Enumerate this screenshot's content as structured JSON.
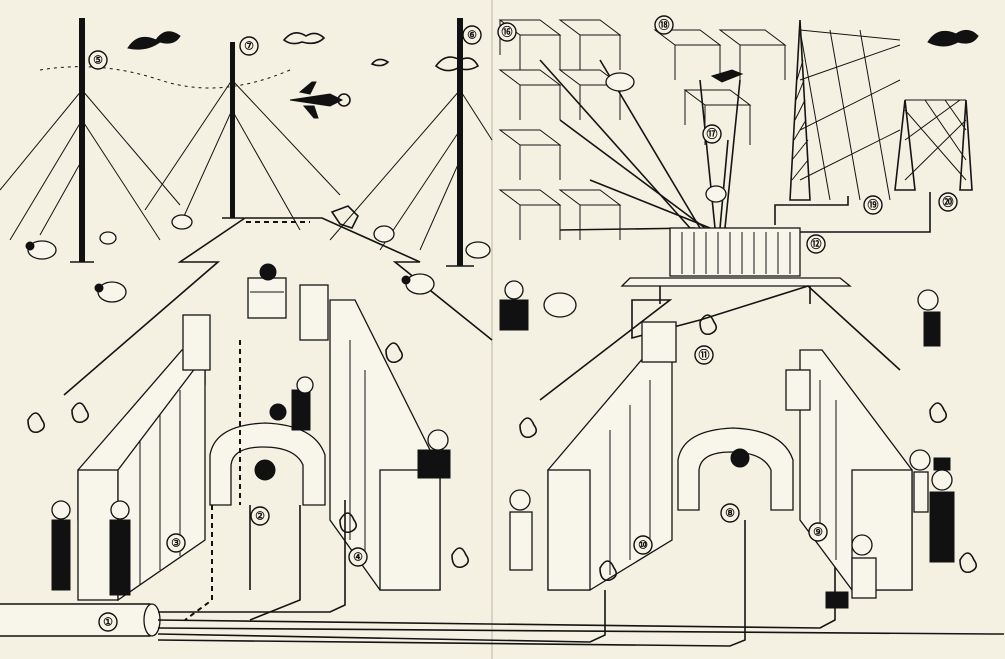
{
  "illustration": {
    "callouts": [
      {
        "id": "callout-1",
        "label": "①"
      },
      {
        "id": "callout-2",
        "label": "②"
      },
      {
        "id": "callout-3",
        "label": "③"
      },
      {
        "id": "callout-4",
        "label": "④"
      },
      {
        "id": "callout-5",
        "label": "⑤"
      },
      {
        "id": "callout-6",
        "label": "⑥"
      },
      {
        "id": "callout-7",
        "label": "⑦"
      },
      {
        "id": "callout-8",
        "label": "⑧"
      },
      {
        "id": "callout-9",
        "label": "⑨"
      },
      {
        "id": "callout-10",
        "label": "⑩"
      },
      {
        "id": "callout-11",
        "label": "⑪"
      },
      {
        "id": "callout-12",
        "label": "⑫"
      },
      {
        "id": "callout-16",
        "label": "⑯"
      },
      {
        "id": "callout-17",
        "label": "⑰"
      },
      {
        "id": "callout-18",
        "label": "⑱"
      },
      {
        "id": "callout-19",
        "label": "⑲"
      },
      {
        "id": "callout-20",
        "label": "⑳"
      }
    ]
  }
}
